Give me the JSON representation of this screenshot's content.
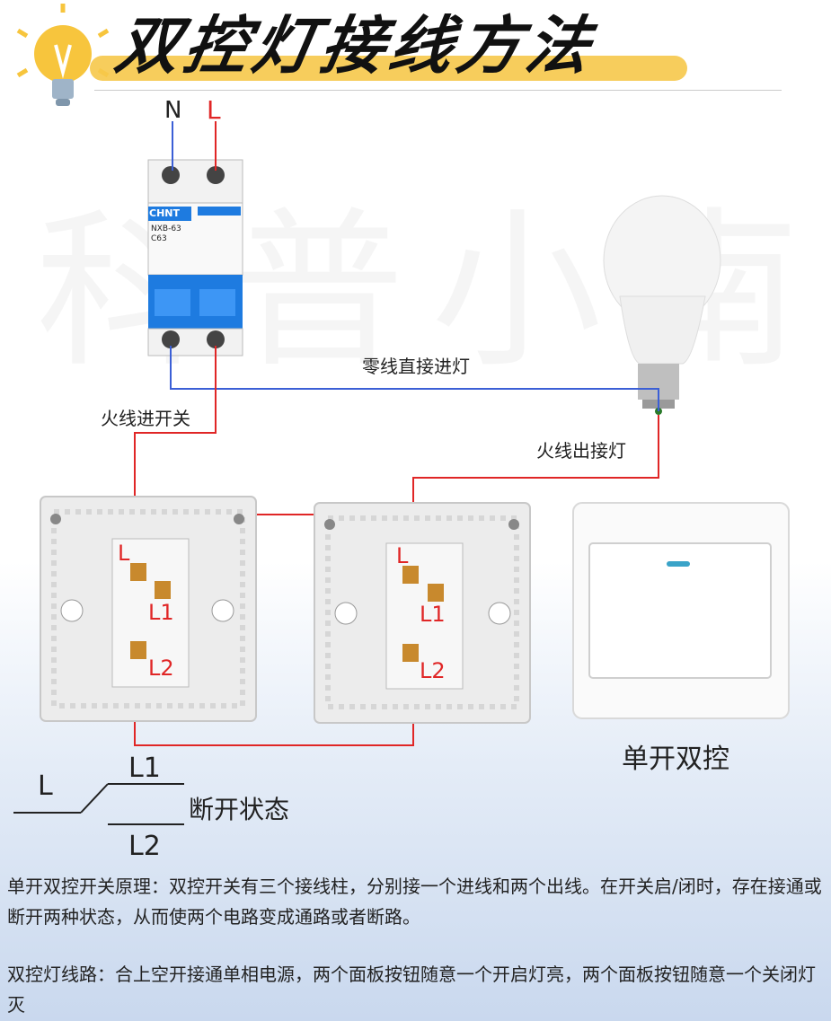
{
  "title": "双控灯接线方法",
  "breaker": {
    "brand": "CHNT",
    "model": "NXB-63",
    "rating": "C63",
    "n_label": "N",
    "l_label": "L"
  },
  "labels": {
    "neutral_to_lamp": "零线直接进灯",
    "live_to_switch": "火线进开关",
    "live_out_to_lamp": "火线出接灯",
    "switch1_L": "L",
    "switch1_L1": "L1",
    "switch1_L2": "L2",
    "switch2_L": "L",
    "switch2_L1": "L1",
    "switch2_L2": "L2",
    "single_double": "单开双控",
    "schematic_L": "L",
    "schematic_L1": "L1",
    "schematic_L2": "L2",
    "open_state": "断开状态"
  },
  "text": {
    "principle": "单开双控开关原理：双控开关有三个接线柱，分别接一个进线和两个出线。在开关启/闭时，存在接通或断开两种状态，从而使两个电路变成通路或者断路。",
    "circuit": "双控灯线路：合上空开接通单相电源，两个面板按钮随意一个开启灯亮，两个面板按钮随意一个关闭灯灭"
  },
  "colors": {
    "live": "#e02626",
    "neutral": "#3b5fd6",
    "accent": "#f6c84a",
    "breaker_blue": "#1e7be0"
  }
}
